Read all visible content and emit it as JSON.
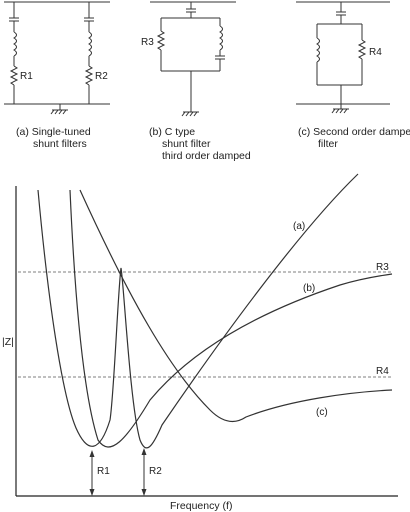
{
  "circuits": {
    "a": {
      "resistors": [
        "R1",
        "R2"
      ],
      "caption_line1": "(a) Single-tuned",
      "caption_line2": "shunt filters"
    },
    "b": {
      "resistor": "R3",
      "caption_line1": "(b) C type",
      "caption_line2": "shunt filter",
      "caption_line3": "third order damped"
    },
    "c": {
      "resistor": "R4",
      "caption_line1": "(c) Second order damped",
      "caption_line2": "filter"
    }
  },
  "graph": {
    "y_axis_label": "|Z|",
    "x_axis_label": "Frequency (f)",
    "curve_labels": [
      "(a)",
      "(b)",
      "(c)"
    ],
    "reference_labels": [
      "R3",
      "R4"
    ],
    "marker_labels": [
      "R1",
      "R2"
    ]
  }
}
